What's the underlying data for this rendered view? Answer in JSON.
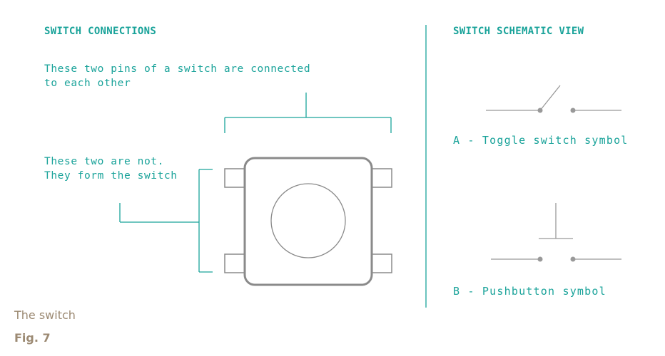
{
  "left_panel": {
    "heading": "SWITCH CONNECTIONS",
    "note_connected": "These two pins of a switch are connected\nto each other",
    "note_not_connected": "These two are not.\nThey form the switch"
  },
  "right_panel": {
    "heading": "SWITCH SCHEMATIC VIEW",
    "label_a": "A - Toggle switch symbol",
    "label_b": "B - Pushbutton symbol"
  },
  "caption": {
    "title": "The switch",
    "figure": "Fig. 7"
  },
  "colors": {
    "accent": "#1aa39a",
    "switch_body": "#8a8a8a",
    "schematic": "#999999",
    "caption": "#9c8a73"
  }
}
